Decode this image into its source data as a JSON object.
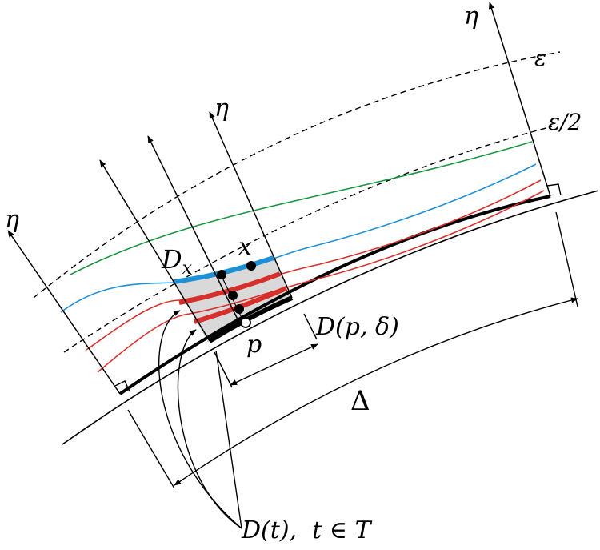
{
  "labels": {
    "eta": "η",
    "epsilon": "ε",
    "epsilon_half": "ε/2",
    "d_x_main": "D",
    "d_x_sub": "x",
    "x": "x",
    "p": "p",
    "d_p_delta": "D(p, δ)",
    "delta": "Δ",
    "d_t": "D(t),  t ∈ T"
  },
  "colors": {
    "green": "#1a9641",
    "blue": "#1e90d6",
    "red": "#d7302a",
    "shade": "#d9d9d9",
    "ink": "#000000"
  }
}
